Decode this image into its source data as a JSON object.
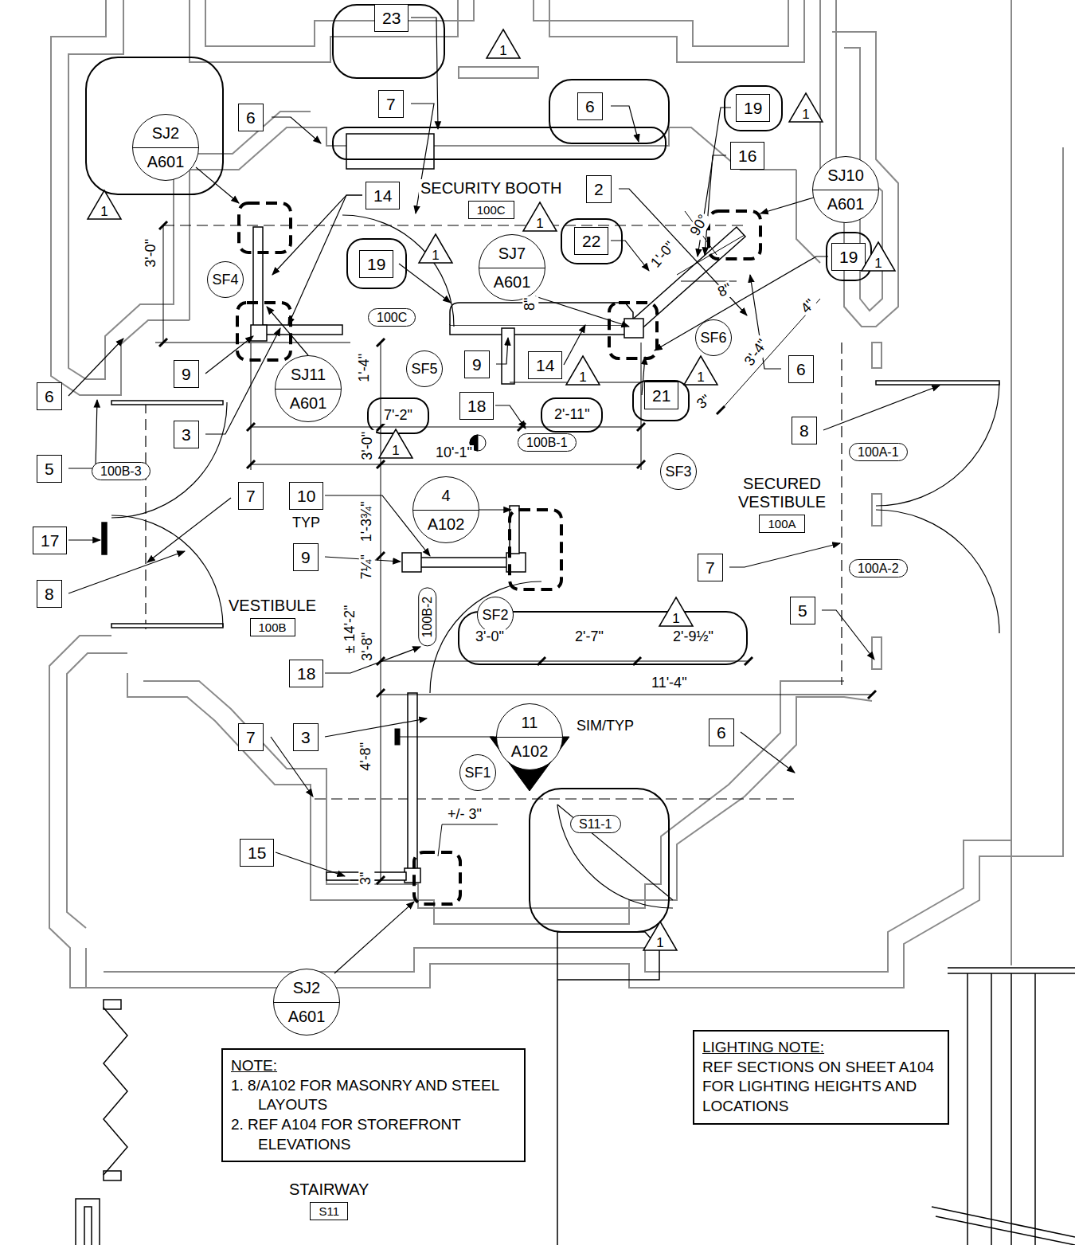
{
  "diagram": {
    "nodes": [
      {
        "text": [
          "23"
        ]
      },
      {
        "text": [
          "1"
        ]
      },
      {
        "text": [
          "7"
        ]
      },
      {
        "text": [
          "6"
        ]
      },
      {
        "text": [
          "6"
        ]
      },
      {
        "text": [
          "19"
        ]
      },
      {
        "text": [
          "1"
        ]
      },
      {
        "text": [
          "SJ2",
          "A601"
        ]
      },
      {
        "text": [
          "16"
        ]
      },
      {
        "text": [
          "2"
        ]
      },
      {
        "text": [
          "SJ10",
          "A601"
        ]
      },
      {
        "text": [
          "14"
        ]
      },
      {
        "text": [
          "SECURITY BOOTH",
          "100C"
        ]
      },
      {
        "text": [
          "1"
        ]
      },
      {
        "text": [
          "1"
        ]
      },
      {
        "text": [
          "22"
        ]
      },
      {
        "text": [
          "19"
        ]
      },
      {
        "text": [
          "1"
        ]
      },
      {
        "text": [
          "SJ7",
          "A601"
        ]
      },
      {
        "text": [
          "19"
        ]
      },
      {
        "text": [
          "1"
        ]
      },
      {
        "text": [
          "SF4"
        ]
      },
      {
        "text": [
          "100C"
        ]
      },
      {
        "text": [
          "SF6"
        ]
      },
      {
        "text": [
          "9"
        ]
      },
      {
        "text": [
          "9"
        ]
      },
      {
        "text": [
          "14"
        ]
      },
      {
        "text": [
          "1"
        ]
      },
      {
        "text": [
          "1"
        ]
      },
      {
        "text": [
          "SF5"
        ]
      },
      {
        "text": [
          "6"
        ]
      },
      {
        "text": [
          "SJ11",
          "A601"
        ]
      },
      {
        "text": [
          "6"
        ]
      },
      {
        "text": [
          "18"
        ]
      },
      {
        "text": [
          "21"
        ]
      },
      {
        "text": [
          "8"
        ]
      },
      {
        "text": [
          "3"
        ]
      },
      {
        "text": [
          "1"
        ]
      },
      {
        "text": [
          "100B-1"
        ]
      },
      {
        "text": [
          "100A-1"
        ]
      },
      {
        "text": [
          "5"
        ]
      },
      {
        "text": [
          "100B-3"
        ]
      },
      {
        "text": [
          "SF3"
        ]
      },
      {
        "text": [
          "7"
        ]
      },
      {
        "text": [
          "10"
        ]
      },
      {
        "text": [
          "4",
          "A102"
        ]
      },
      {
        "text": [
          "SECURED VESTIBULE",
          "100A"
        ]
      },
      {
        "text": [
          "17"
        ]
      },
      {
        "text": [
          "9"
        ]
      },
      {
        "text": [
          "7"
        ]
      },
      {
        "text": [
          "100A-2"
        ]
      },
      {
        "text": [
          "8"
        ]
      },
      {
        "text": [
          "5"
        ]
      },
      {
        "text": [
          "1"
        ]
      },
      {
        "text": [
          "SF2"
        ]
      },
      {
        "text": [
          "100B-2"
        ]
      },
      {
        "text": [
          "VESTIBULE",
          "100B"
        ]
      },
      {
        "text": [
          "18"
        ]
      },
      {
        "text": [
          "3"
        ]
      },
      {
        "text": [
          "7"
        ]
      },
      {
        "text": [
          "11",
          "A102"
        ]
      },
      {
        "text": [
          "6"
        ]
      },
      {
        "text": [
          "SF1"
        ]
      },
      {
        "text": [
          "S11-1"
        ]
      },
      {
        "text": [
          "15"
        ]
      },
      {
        "text": [
          "1"
        ]
      },
      {
        "text": [
          "SJ2",
          "A601"
        ]
      },
      {
        "text": [
          "NOTE:",
          "1. 8/A102 FOR MASONRY AND STEEL LAYOUTS",
          "2. REF A104 FOR STOREFRONT ELEVATIONS"
        ]
      },
      {
        "text": [
          "LIGHTING NOTE:",
          "REF SECTIONS ON SHEET A104 FOR LIGHTING HEIGHTS AND LOCATIONS"
        ]
      },
      {
        "text": [
          "STAIRWAY",
          "S11"
        ]
      }
    ],
    "labels": [
      "3'-0\"",
      "1'-4\"",
      "7'-2\"",
      "2'-11\"",
      "3'-0\"",
      "10'-1\"",
      "1'-3¾\"",
      "TYP",
      "7¼\"",
      "± 14'-2\"",
      "3'-8\"",
      "3'-0\"",
      "2'-7\"",
      "2'-9½\"",
      "11'-4\"",
      "4'-8\"",
      "3\"",
      "+/- 3\"",
      "8\"",
      "1'-0\"",
      "90°",
      "8\"",
      "4\"",
      "3'-4\"",
      "3\"",
      "SIM/TYP"
    ]
  }
}
